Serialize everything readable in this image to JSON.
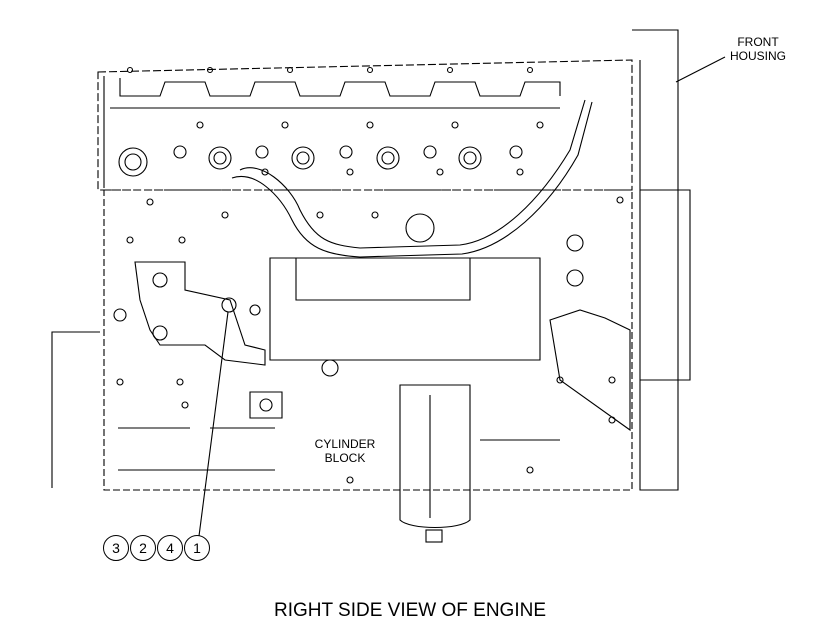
{
  "labels": {
    "front_housing": [
      "FRONT",
      "HOUSING"
    ],
    "cylinder_block": [
      "CYLINDER",
      "BLOCK"
    ],
    "title": "RIGHT SIDE VIEW OF ENGINE"
  },
  "callouts": [
    "3",
    "2",
    "4",
    "1"
  ],
  "colors": {
    "line": "#000000",
    "background": "#ffffff"
  }
}
